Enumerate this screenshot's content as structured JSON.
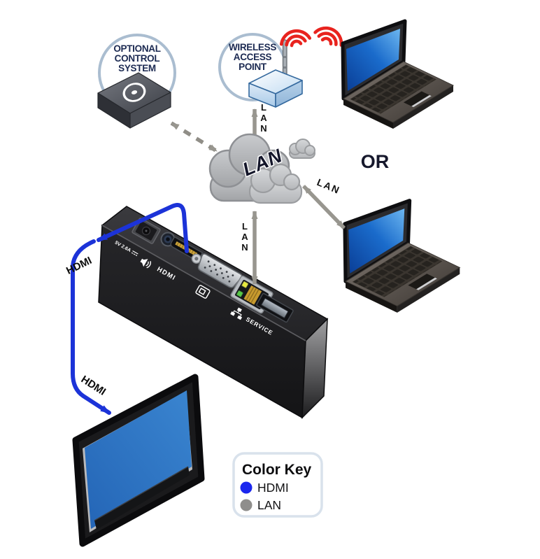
{
  "callouts": {
    "control": {
      "line1": "OPTIONAL",
      "line2": "CONTROL",
      "line3": "SYSTEM"
    },
    "access_point": {
      "line1": "WIRELESS",
      "line2": "ACCESS",
      "line3": "POINT"
    }
  },
  "network": {
    "cloud_label": "LAN",
    "lan_stack": [
      "L",
      "A",
      "N"
    ],
    "lan_diagonal": "LAN",
    "or_label": "OR"
  },
  "device_rear": {
    "power_label": "5V 2.6A",
    "hdmi_label": "HDMI",
    "service_label": "SERVICE"
  },
  "cables": {
    "hdmi_label": "HDMI"
  },
  "color_key": {
    "title": "Color Key",
    "items": [
      {
        "label": "HDMI",
        "color": "#1b27ee"
      },
      {
        "label": "LAN",
        "color": "#8f8e8c"
      }
    ]
  }
}
